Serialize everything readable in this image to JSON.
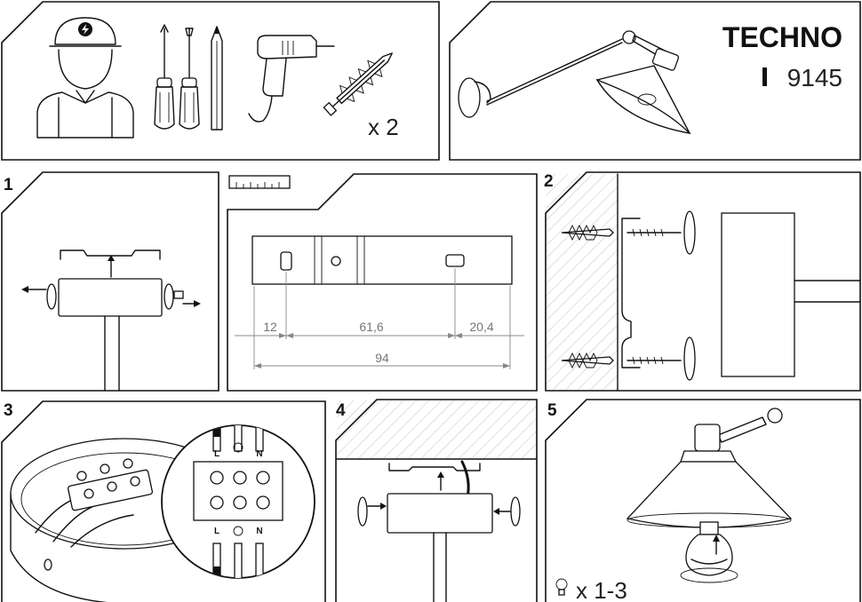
{
  "product": {
    "name": "TECHNO",
    "code": "9145"
  },
  "tools": {
    "plug_quantity": "x 2"
  },
  "steps": [
    "1",
    "2",
    "3",
    "4",
    "5"
  ],
  "dimensions": {
    "left": "12",
    "middle": "61,6",
    "right": "20,4",
    "total": "94"
  },
  "terminals": {
    "top": [
      "L",
      "N"
    ],
    "bottom": [
      "L",
      "N"
    ]
  },
  "bulbs": {
    "quantity": "x 1-3"
  },
  "colors": {
    "line": "#111111",
    "dimension": "#777777",
    "hatch": "#999999"
  }
}
